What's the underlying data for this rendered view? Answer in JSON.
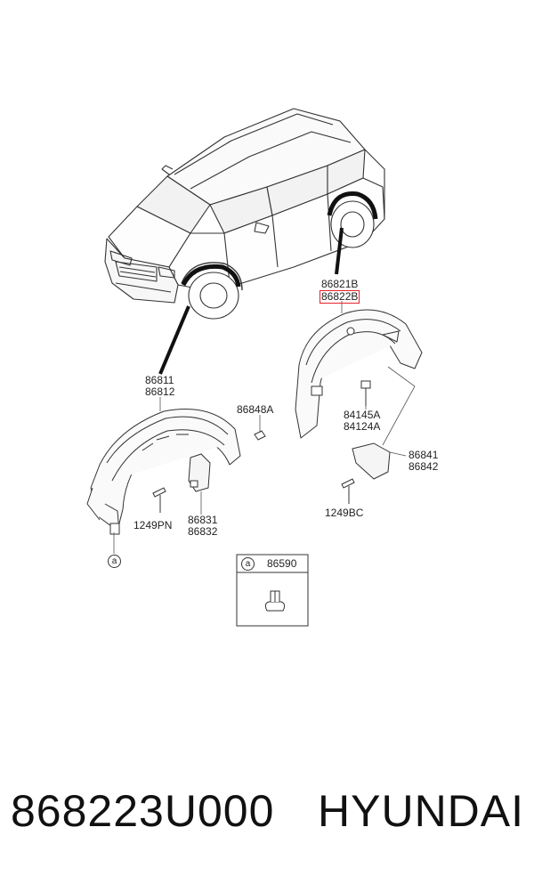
{
  "labels": {
    "rear_upper": "86821B",
    "rear_highlight": "86822B",
    "front_upper": "86811",
    "front_lower": "86812",
    "clip_a": "86848A",
    "bolt_a": "84145A",
    "bolt_b": "84124A",
    "flap_rear_a": "86841",
    "flap_rear_b": "86842",
    "screw_front": "1249PN",
    "flap_front_a": "86831",
    "flap_front_b": "86832",
    "screw_rear": "1249BC",
    "callout": "a",
    "legend_callout": "a",
    "legend_part": "86590"
  },
  "footer": {
    "part_number": "868223U000",
    "brand": "HYUNDAI"
  },
  "colors": {
    "highlight": "#e8202a",
    "line": "#333333"
  }
}
